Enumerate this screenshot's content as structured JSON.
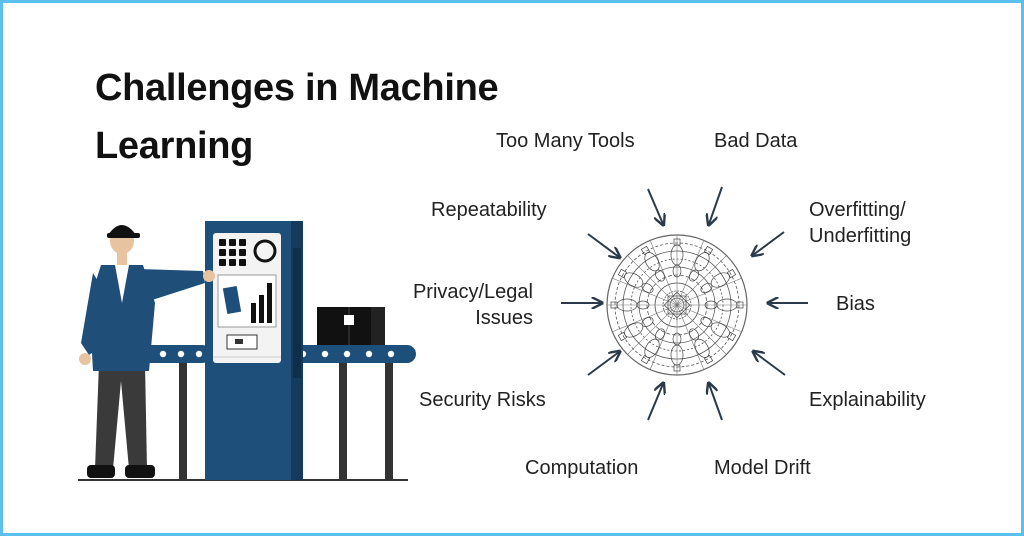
{
  "title": "Challenges in Machine Learning",
  "labels": {
    "too_many_tools": "Too Many Tools",
    "bad_data": "Bad Data",
    "repeatability": "Repeatability",
    "overfitting_line1": "Overfitting/",
    "overfitting_line2": "Underfitting",
    "privacy_line1": "Privacy/Legal",
    "privacy_line2": "Issues",
    "bias": "Bias",
    "security_risks": "Security Risks",
    "explainability": "Explainability",
    "computation": "Computation",
    "model_drift": "Model Drift"
  },
  "colors": {
    "border": "#5bc0eb",
    "machine_navy": "#1d4f7a",
    "jacket_navy": "#1f4e79",
    "text": "#222222",
    "arrow": "#2a3a4a"
  }
}
